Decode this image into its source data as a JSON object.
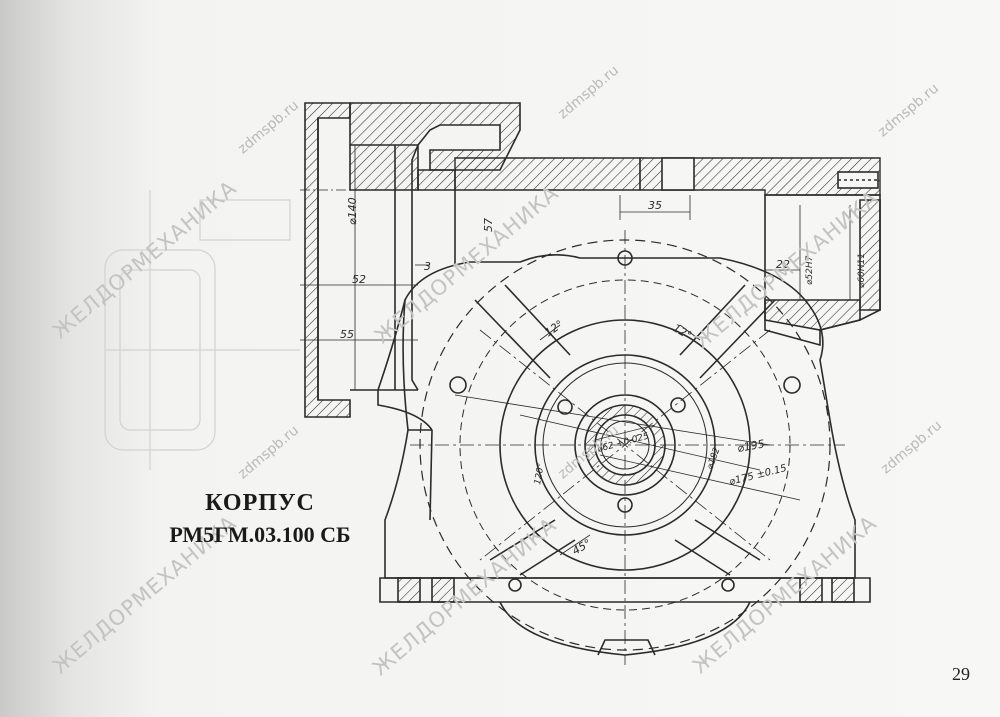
{
  "title": {
    "line1": "КОРПУС",
    "line2": "РМ5ГМ.03.100 СБ"
  },
  "page_number": "29",
  "watermark": {
    "url": "zdmspb.ru",
    "name": "ЖЕЛДОРМЕХАНИКА"
  },
  "dimensions": {
    "d140": "⌀140",
    "d52": "52",
    "d3": "3",
    "d55_left": "55",
    "d57": "57",
    "d35": "35",
    "d22": "22",
    "d52_fit": "⌀52Н7",
    "d60": "⌀60Н11",
    "ang12_left": "12°",
    "ang12_right": "12°",
    "bore": "⌀62 +0.025",
    "d195": "⌀195",
    "d182": "⌀182",
    "d175": "⌀175 ±0.15",
    "ang120": "120°",
    "ang45": "45°"
  },
  "colors": {
    "line": "#2b2b2b",
    "paper": "#f6f6f4",
    "watermark": "#b9b9b9"
  }
}
